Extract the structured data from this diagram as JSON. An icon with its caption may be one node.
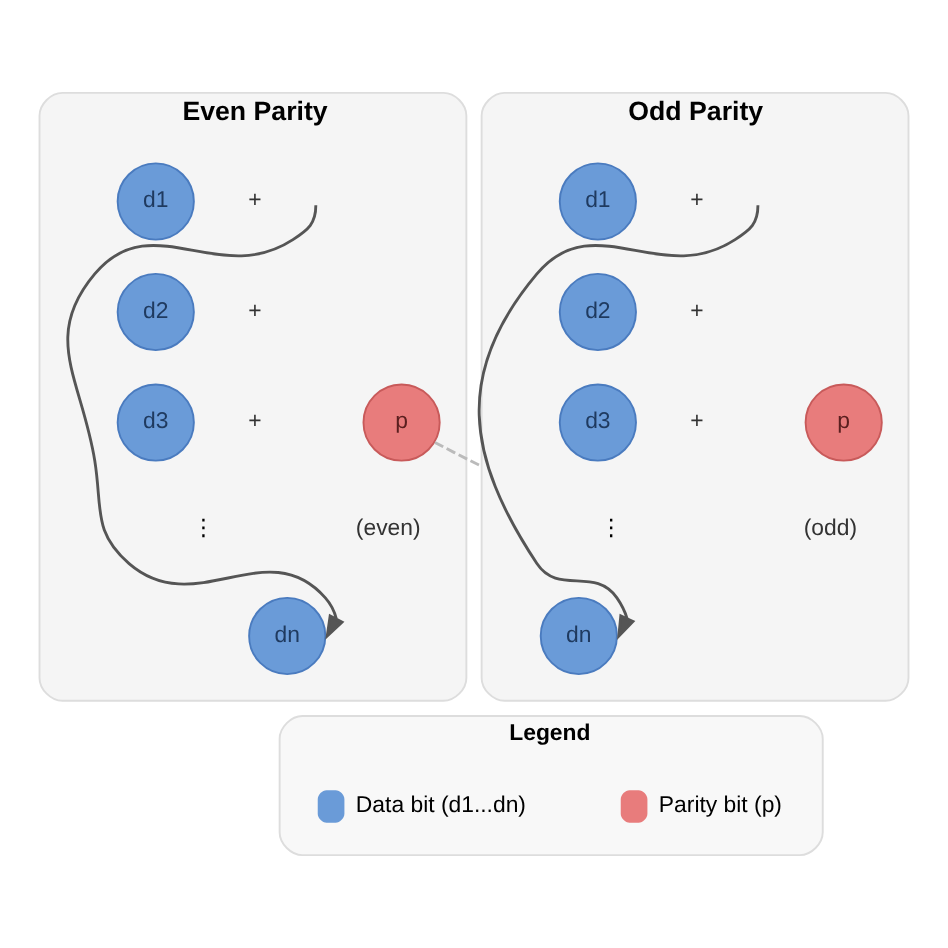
{
  "diagram": {
    "nodes": [
      {
        "text": [
          "Even Parity"
        ]
      },
      {
        "text": [
          "d1"
        ],
        "in": 0,
        "beside": [
          "+"
        ]
      },
      {
        "text": [
          "d2"
        ],
        "in": 0,
        "beside": [
          "+"
        ]
      },
      {
        "text": [
          "d3"
        ],
        "in": 0,
        "beside": [
          "+"
        ]
      },
      {
        "text": [
          "dn"
        ],
        "in": 0
      },
      {
        "text": [
          "p"
        ],
        "in": 0,
        "beside": [
          "(even)"
        ]
      },
      {
        "text": [
          "Odd Parity"
        ]
      },
      {
        "text": [
          "d1"
        ],
        "in": 6,
        "beside": [
          "+"
        ]
      },
      {
        "text": [
          "d2"
        ],
        "in": 6,
        "beside": [
          "+"
        ]
      },
      {
        "text": [
          "d3"
        ],
        "in": 6,
        "beside": [
          "+"
        ]
      },
      {
        "text": [
          "dn"
        ],
        "in": 6
      },
      {
        "text": [
          "p"
        ],
        "in": 6,
        "beside": [
          "(odd)"
        ]
      },
      {
        "text": [
          "Legend"
        ]
      }
    ],
    "edges": [
      {
        "from": null,
        "to": 4,
        "arrow": "to"
      },
      {
        "from": null,
        "to": 10,
        "arrow": "to"
      },
      {
        "from": 5,
        "to": 6,
        "arrow": "none",
        "style": "dashed",
        "color": "#bbbbbb"
      }
    ],
    "labels": [
      "⋮",
      "⋮"
    ],
    "legend": [
      {
        "text": "Data bit (d1...dn)",
        "color": "#6a9bd8"
      },
      {
        "text": "Parity bit (p)",
        "color": "#e87c7c"
      }
    ]
  }
}
